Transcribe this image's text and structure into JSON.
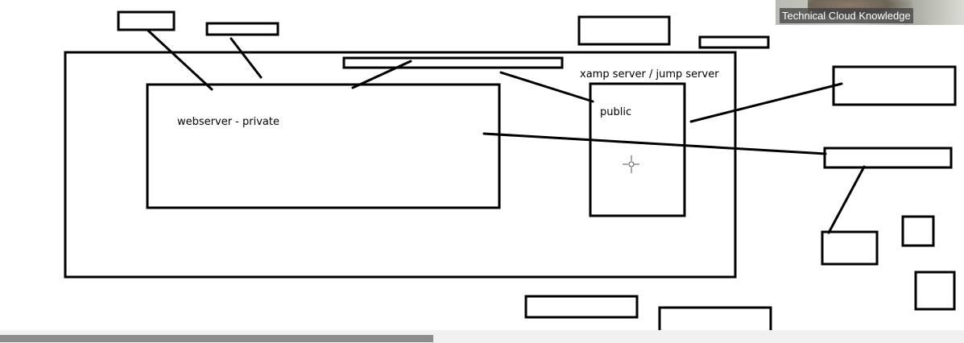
{
  "whiteboard": {
    "labels": {
      "webserver": "webserver - private",
      "jump_server": "xamp server / jump server",
      "public": "public"
    }
  },
  "video_tile": {
    "participant_name": "Technical Cloud Knowledge"
  },
  "colors": {
    "ink": "#000000",
    "canvas": "#ffffff",
    "scrollbar_thumb": "#8c8c8c",
    "scrollbar_track": "#f0f0f0"
  },
  "icons": {
    "cursor": "crosshair-cursor-icon"
  },
  "horizontal_scroll": {
    "thumb_fraction": 0.45
  }
}
